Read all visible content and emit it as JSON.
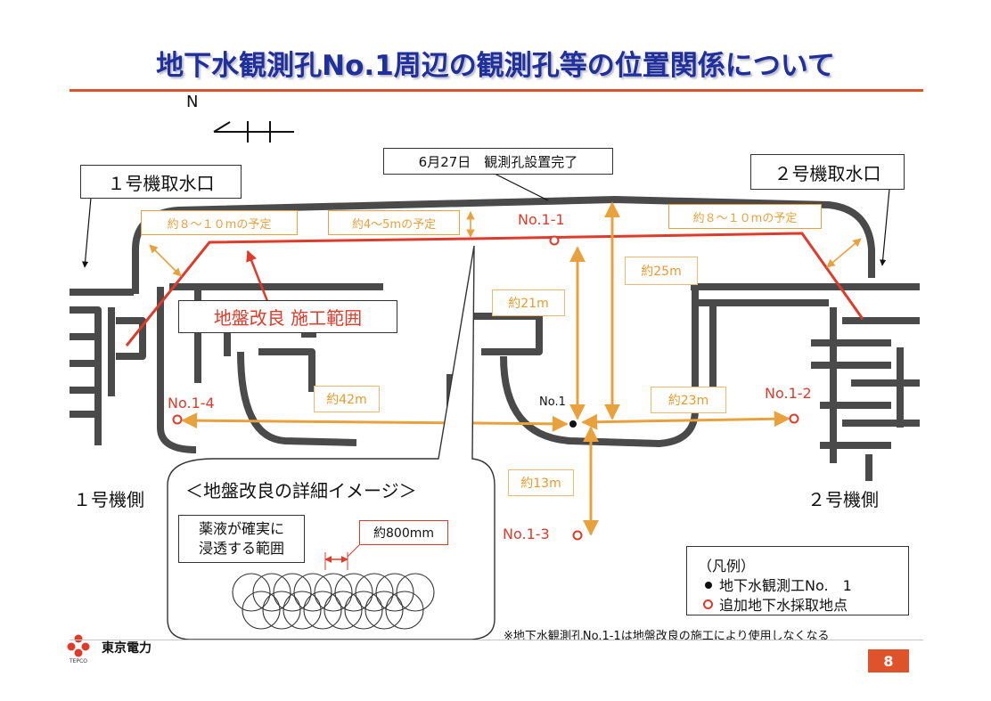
{
  "title": "地下水観測孔No.1周辺の観測孔等の位置関係について",
  "north": "N",
  "labels": {
    "intake1": "１号機取水口",
    "intake2": "２号機取水口",
    "installed": "6月27日　観測孔設置完了",
    "plan_left": "約８～１０mの予定",
    "plan_mid": "約4～5mの予定",
    "plan_right": "約８～１０mの予定",
    "ground_improve": "地盤改良 施工範囲",
    "unit1_side": "１号機側",
    "unit2_side": "２号機側",
    "detail_title": "＜地盤改良の詳細イメージ＞",
    "detail_chem": "薬液が確実に\n浸透する範囲",
    "detail_chem_1": "薬液が確実に",
    "detail_chem_2": "浸透する範囲",
    "detail_size": "約800mm",
    "no1": "No.1"
  },
  "wells": {
    "w1_1": "No.1-1",
    "w1_2": "No.1-2",
    "w1_3": "No.1-3",
    "w1_4": "No.1-4"
  },
  "distances": {
    "d42": "約42m",
    "d21": "約21m",
    "d25": "約25m",
    "d23": "約23m",
    "d13": "約13m"
  },
  "legend": {
    "title": "（凡例）",
    "item1": "地下水観測工No.　1",
    "item2": "追加地下水採取地点"
  },
  "note": "※地下水観測孔No.1-1は地盤改良の施工により使用しなくなる",
  "footer": {
    "company": "東京電力",
    "company_en": "TEPCO",
    "page": "8"
  },
  "colors": {
    "title": "#1f2f9c",
    "accent": "#e0532a",
    "red": "#e03a2a",
    "orange": "#e8a13c",
    "structure": "#333333"
  }
}
